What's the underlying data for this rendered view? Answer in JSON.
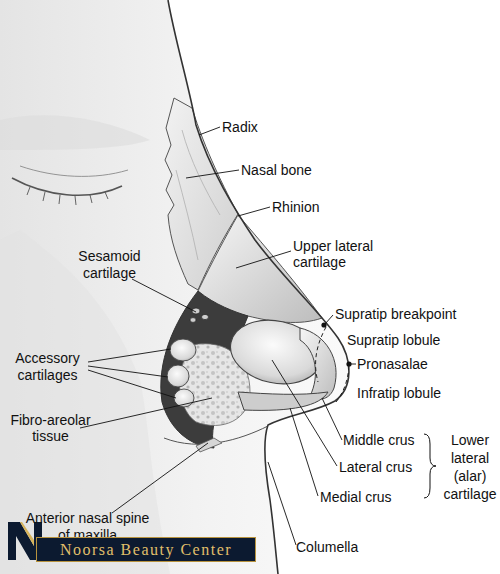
{
  "diagram": {
    "nodes": [
      {
        "text": [
          "Noorsa Beauty Center"
        ]
      }
    ],
    "labels": [
      "Radix",
      "Nasal bone",
      "Rhinion",
      "Upper lateral cartilage",
      "Sesamoid cartilage",
      "Supratip breakpoint",
      "Supratip lobule",
      "Pronasalae",
      "Accessory cartilages",
      "Infratip lobule",
      "Fibro-areolar tissue",
      "Middle crus",
      "Lower lateral (alar) cartilage",
      "Lateral crus",
      "Anterior nasal spine of maxilla",
      "Medial crus",
      "Columella"
    ]
  }
}
